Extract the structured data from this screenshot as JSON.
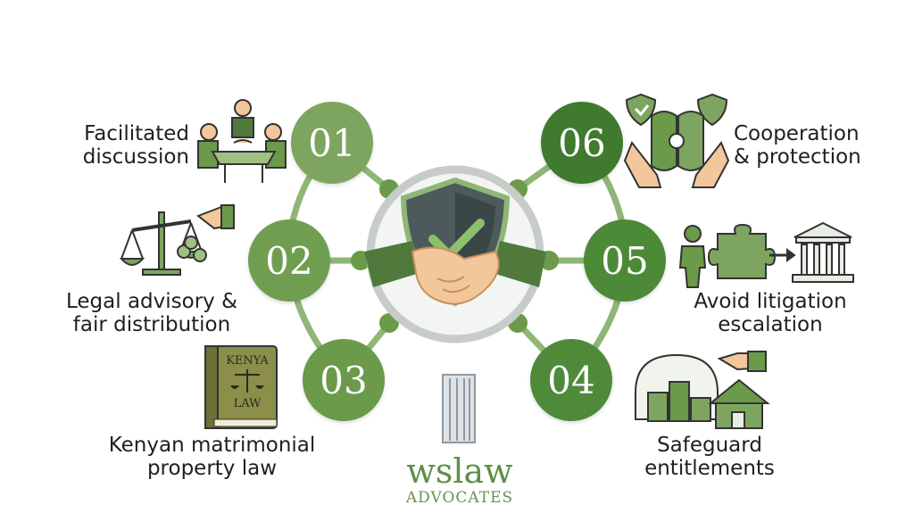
{
  "colors": {
    "accent_light": "#7da55f",
    "accent_mid": "#6a9a4a",
    "accent_dark": "#3f7a2e",
    "connector": "#8fb676",
    "shield": "#4d5a5c",
    "check": "#8cc06b",
    "text": "#1f1f1f"
  },
  "steps": [
    {
      "number": "01",
      "label_lines": [
        "Facilitated",
        "discussion"
      ],
      "icon": "meeting-table-icon"
    },
    {
      "number": "02",
      "label_lines": [
        "Legal advisory &",
        "fair distribution"
      ],
      "icon": "scales-icon"
    },
    {
      "number": "03",
      "label_lines": [
        "Kenyan matrimonial",
        "property law"
      ],
      "icon": "kenya-law-book-icon"
    },
    {
      "number": "04",
      "label_lines": [
        "Safeguard",
        "entitlements"
      ],
      "icon": "coins-house-icon"
    },
    {
      "number": "05",
      "label_lines": [
        "Avoid litigation",
        "escalation"
      ],
      "icon": "person-puzzle-court-icon"
    },
    {
      "number": "06",
      "label_lines": [
        "Cooperation",
        "& protection"
      ],
      "icon": "hands-shields-icon"
    }
  ],
  "center": {
    "icon": "shield-handshake-icon"
  },
  "book": {
    "line1": "KENYA",
    "line2": "LAW"
  },
  "logo": {
    "brand": "wslaw",
    "subtitle": "ADVOCATES",
    "icon": "building-icon"
  }
}
